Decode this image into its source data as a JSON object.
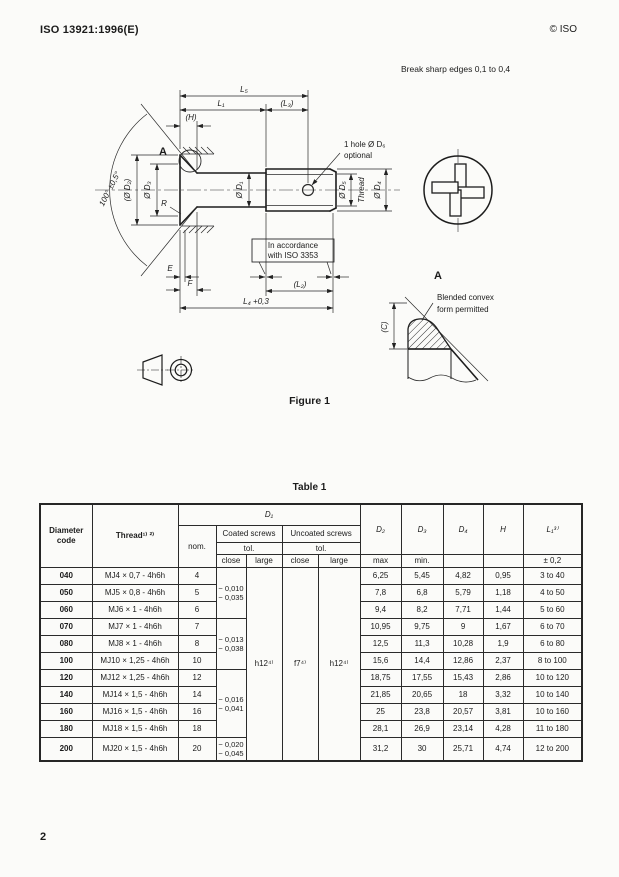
{
  "page": {
    "header_left": "ISO 13921:1996(E)",
    "header_right": "© ISO",
    "page_number": "2"
  },
  "figure": {
    "caption": "Figure 1",
    "note": "Break sharp edges 0,1 to 0,4",
    "labels": {
      "l5": "L₅",
      "l1": "L₁",
      "l3": "(L₃)",
      "h": "(H)",
      "a": "A",
      "angle": "100° ±0,5°",
      "d2": "(Ø D₂)",
      "d3": "Ø D₃",
      "r": "R",
      "d1": "Ø D₁",
      "hole_line1": "1 hole Ø D₆",
      "hole_line2": "optional",
      "d5": "Ø D₅",
      "thread": "Thread",
      "d4": "Ø D₄",
      "iso_line1": "In accordance",
      "iso_line2": "with ISO 3353",
      "e": "E",
      "f": "F",
      "l2": "(L₂)",
      "l4": "L₄ +0,3",
      "detail_a": "A",
      "blended_line1": "Blended convex",
      "blended_line2": "form permitted",
      "c": "(C)"
    }
  },
  "table": {
    "caption": "Table 1",
    "header": {
      "diameter_code": "Diameter\ncode",
      "thread": "Thread¹⁾ ²⁾",
      "d1": "D₁",
      "nom": "nom.",
      "coated": "Coated screws",
      "uncoated": "Uncoated screws",
      "tol": "tol.",
      "close": "close",
      "large": "large",
      "d2": "D₂",
      "d3": "D₃",
      "d4": "D₄",
      "h": "H",
      "l1": "L₁³⁾",
      "max": "max",
      "min": "min.",
      "l1_tol": "± 0,2"
    },
    "tol_close_groups": [
      "− 0,010\n− 0,035",
      "− 0,013\n− 0,038",
      "− 0,016\n− 0,041",
      "− 0,020\n− 0,045"
    ],
    "coated_large": "h12⁴⁾",
    "uncoated_close": "f7⁴⁾",
    "uncoated_large": "h12⁴⁾",
    "rows": [
      {
        "code": "040",
        "thread": "MJ4 × 0,7 - 4h6h",
        "nom": "4",
        "d2": "6,25",
        "d3": "5,45",
        "d4": "4,82",
        "h": "0,95",
        "l1": "3 to 40"
      },
      {
        "code": "050",
        "thread": "MJ5 × 0,8 - 4h6h",
        "nom": "5",
        "d2": "7,8",
        "d3": "6,8",
        "d4": "5,79",
        "h": "1,18",
        "l1": "4 to 50"
      },
      {
        "code": "060",
        "thread": "MJ6 × 1 - 4h6h",
        "nom": "6",
        "d2": "9,4",
        "d3": "8,2",
        "d4": "7,71",
        "h": "1,44",
        "l1": "5 to 60"
      },
      {
        "code": "070",
        "thread": "MJ7 × 1 - 4h6h",
        "nom": "7",
        "d2": "10,95",
        "d3": "9,75",
        "d4": "9",
        "h": "1,67",
        "l1": "6 to 70"
      },
      {
        "code": "080",
        "thread": "MJ8 × 1 - 4h6h",
        "nom": "8",
        "d2": "12,5",
        "d3": "11,3",
        "d4": "10,28",
        "h": "1,9",
        "l1": "6 to 80"
      },
      {
        "code": "100",
        "thread": "MJ10 × 1,25 - 4h6h",
        "nom": "10",
        "d2": "15,6",
        "d3": "14,4",
        "d4": "12,86",
        "h": "2,37",
        "l1": "8 to 100"
      },
      {
        "code": "120",
        "thread": "MJ12 × 1,25 - 4h6h",
        "nom": "12",
        "d2": "18,75",
        "d3": "17,55",
        "d4": "15,43",
        "h": "2,86",
        "l1": "10 to 120"
      },
      {
        "code": "140",
        "thread": "MJ14 × 1,5 - 4h6h",
        "nom": "14",
        "d2": "21,85",
        "d3": "20,65",
        "d4": "18",
        "h": "3,32",
        "l1": "10 to 140"
      },
      {
        "code": "160",
        "thread": "MJ16 × 1,5 - 4h6h",
        "nom": "16",
        "d2": "25",
        "d3": "23,8",
        "d4": "20,57",
        "h": "3,81",
        "l1": "10 to 160"
      },
      {
        "code": "180",
        "thread": "MJ18 × 1,5 - 4h6h",
        "nom": "18",
        "d2": "28,1",
        "d3": "26,9",
        "d4": "23,14",
        "h": "4,28",
        "l1": "11 to 180"
      },
      {
        "code": "200",
        "thread": "MJ20 × 1,5 - 4h6h",
        "nom": "20",
        "d2": "31,2",
        "d3": "30",
        "d4": "25,71",
        "h": "4,74",
        "l1": "12 to 200"
      }
    ]
  }
}
